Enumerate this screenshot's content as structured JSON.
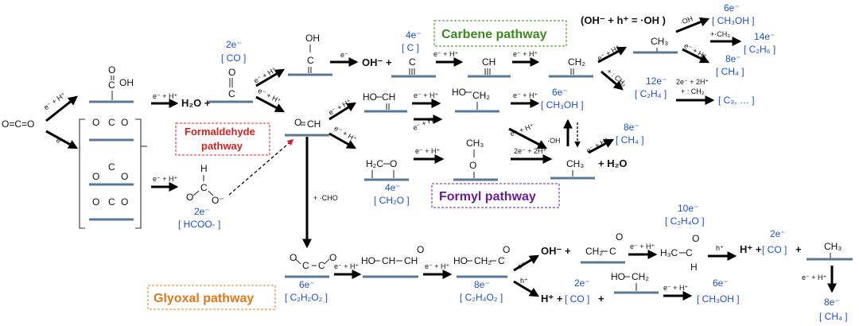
{
  "colors": {
    "blue": "#1c4fd4",
    "carbene": "#3a8a1c",
    "formaldehyde": "#d42020",
    "formyl": "#6a1e96",
    "glyoxal": "#e07818",
    "surface": "#5a7893"
  },
  "pathways": {
    "carbene": "Carbene pathway",
    "formaldehyde_1": "Formaldehyde",
    "formaldehyde_2": "pathway",
    "formyl": "Formyl pathway",
    "glyoxal": "Glyoxal pathway"
  },
  "species": {
    "co2": "O=C=O",
    "cooh_c": "C",
    "cooh_oh": "OH",
    "cooh_o": "O",
    "h2o_plus": "H₂O +",
    "co_o": "O",
    "co_c": "C",
    "c_oh_oh": "OH",
    "c_oh_c": "C",
    "oh_plus": "OH⁻ +",
    "c_c": "C",
    "ch": "CH",
    "ch2": "CH₂",
    "ch3": "CH₃",
    "o_c": "O",
    "o_ch": "CH",
    "ho_ch": "HO",
    "ho_ch_c": "CH",
    "ho_ch2_ho": "HO",
    "ho_ch2": "CH₂",
    "h2c_o": "H₂C",
    "h2c_o_o": "O",
    "och3_ch3": "CH₃",
    "och3_o": "O",
    "ch3_surf": "CH₃",
    "plus_h2o": "+ H₂O",
    "bidentate_o1": "O",
    "bidentate_c1": "C",
    "bidentate_o1b": "O",
    "bidentate_c2": "C",
    "bidentate_o2": "O",
    "bidentate_o2b": "O",
    "bidentate_c3": "C",
    "bidentate_o3": "O",
    "bidentate_o3b": "O",
    "formate_h": "H",
    "formate_c": "C",
    "formate_o": "O",
    "formate_om": "O⁻",
    "glyoxal_o": "O",
    "glyoxal_c": "C",
    "glyoxal_c2": "C",
    "glyoxal_o2": "O",
    "ho_ch_ch": "CH",
    "ho_ch_ho": "HO",
    "ho_ch_ch_ch": "CH",
    "ho_ch_o": "O",
    "hoch2_ho": "HO",
    "hoch2_ch2": "CH₂",
    "hoch2_c": "C",
    "hoch2_o": "O",
    "oh_plus_bottom": "OH⁻ +",
    "ch2_c": "CH₂",
    "ch2_c_c": "C",
    "ch2_c_o": "O",
    "h3c_c": "H₃C",
    "h3c_cc": "C",
    "h3c_o": "O",
    "h3c_h": "H",
    "hplus": "H⁺ +",
    "co_bracket": "[ CO ]",
    "co_plus": "+",
    "ch3_bottom": "CH₃",
    "hplus2": "H⁺ +",
    "co_bracket2": "[ CO ]",
    "co_plus2": "+",
    "hoch2_b_ho": "HO",
    "hoch2_b_ch2": "CH₂"
  },
  "blue_labels": {
    "e2_co": "2e⁻",
    "co": "[ CO ]",
    "e4_c": "4e⁻",
    "c": "[ C ]",
    "e6_meoh_top": "6e⁻",
    "ch3oh_top": "[ CH₃OH ]",
    "e14": "14e⁻",
    "c2h6": "[ C₂H₆ ]",
    "e8_ch4_top": "8e⁻",
    "ch4_top": "[ CH₄ ]",
    "e12": "12e⁻",
    "c2h4": "[ C₂H₄ ]",
    "c3": "[ C₃, … ]",
    "e6_mid": "6e⁻",
    "ch3oh_mid": "[ CH₃OH ]",
    "e8_mid": "8e⁻",
    "ch4_mid": "[ CH₄ ]",
    "e4_ch2o": "4e⁻",
    "ch2o": "[ CH₂O ]",
    "e2_hcoo": "2e⁻",
    "hcoo": "[ HCOO- ]",
    "e6_glyox": "6e⁻",
    "c2h2o2": "[ C₂H₂O₂ ]",
    "e8_c2h4o2": "8e⁻",
    "c2h4o2": "[ C₂H₄O₂ ]",
    "e10": "10e⁻",
    "c2h4o": "[ C₂H₄O ]",
    "e2_co_b1": "2e⁻",
    "e2_co_b2": "2e⁻",
    "e6_b": "6e⁻",
    "ch3oh_b": "[ CH₃OH ]",
    "e8_b": "8e⁻",
    "ch4_b": "[ CH₄ ]"
  },
  "arrow_labels": {
    "eh": "e⁻ + H⁺",
    "e": "e⁻",
    "oh_rad": "(OH⁻ + h⁺ = ·OH )",
    "oh_dot": "·OH",
    "ch3_dot": "+·CH₃",
    "ch2_dot": "+ : CH₂",
    "e2h": "2e⁻ + 2H⁺",
    "e2h_b": "2e⁻ + 2H⁺",
    "cho": "+ ·CHO",
    "hplus": "h⁺",
    "hplus2": "h⁺",
    "oh_dot2": "·OH",
    "ch2_dot2": "+ : CH₂"
  }
}
